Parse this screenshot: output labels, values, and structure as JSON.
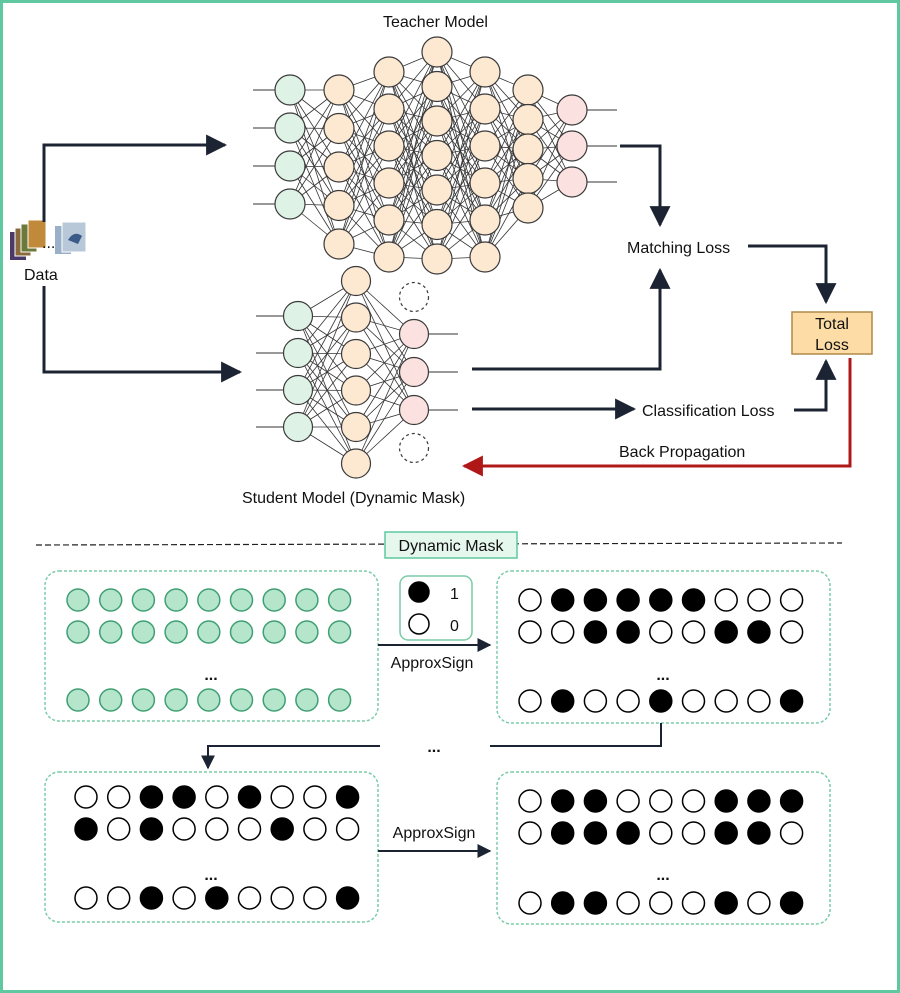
{
  "labels": {
    "teacher": "Teacher Model",
    "student": "Student Model (Dynamic Mask)",
    "data": "Data",
    "data_ellipsis": "...",
    "matching_loss": "Matching Loss",
    "classification_loss": "Classification Loss",
    "total_loss_line1": "Total",
    "total_loss_line2": "Loss",
    "back_propagation": "Back Propagation",
    "dynamic_mask": "Dynamic Mask",
    "approx_sign_1": "ApproxSign",
    "approx_sign_2": "ApproxSign",
    "legend_one": "1",
    "legend_zero": "0",
    "ellipsis": "...",
    "between_ellipsis": "..."
  },
  "colors": {
    "frame": "#5fc8a0",
    "input_node": "#dff2e6",
    "hidden_node": "#fde9d2",
    "output_node": "#fbe1df",
    "node_stroke": "#3a3a3a",
    "grid_fill": "#b5e6cc",
    "grid_stroke": "#3f9f73",
    "box_border": "#7ccba8",
    "arrow": "#1c2433",
    "back_arrow": "#b01818",
    "total_loss_fill": "#fddca6",
    "total_loss_stroke": "#b08a4a"
  },
  "masks": {
    "panel1_rows": [
      [
        1,
        1,
        1,
        1,
        1,
        1,
        1,
        1,
        1
      ],
      [
        1,
        1,
        1,
        1,
        1,
        1,
        1,
        1,
        1
      ],
      [
        1,
        1,
        1,
        1,
        1,
        1,
        1,
        1,
        1
      ]
    ],
    "panel2_rows": [
      [
        0,
        1,
        1,
        1,
        1,
        1,
        0,
        0,
        0
      ],
      [
        0,
        0,
        1,
        1,
        0,
        0,
        1,
        1,
        0
      ],
      [
        0,
        1,
        0,
        0,
        1,
        0,
        0,
        0,
        1
      ]
    ],
    "panel3_rows": [
      [
        0,
        0,
        1,
        1,
        0,
        1,
        0,
        0,
        1
      ],
      [
        1,
        0,
        1,
        0,
        0,
        0,
        1,
        0,
        0
      ],
      [
        0,
        0,
        1,
        0,
        1,
        0,
        0,
        0,
        1
      ]
    ],
    "panel4_rows": [
      [
        0,
        1,
        1,
        0,
        0,
        0,
        1,
        1,
        1
      ],
      [
        0,
        1,
        1,
        1,
        0,
        0,
        1,
        1,
        0
      ],
      [
        0,
        1,
        1,
        0,
        0,
        0,
        1,
        0,
        1
      ]
    ]
  }
}
